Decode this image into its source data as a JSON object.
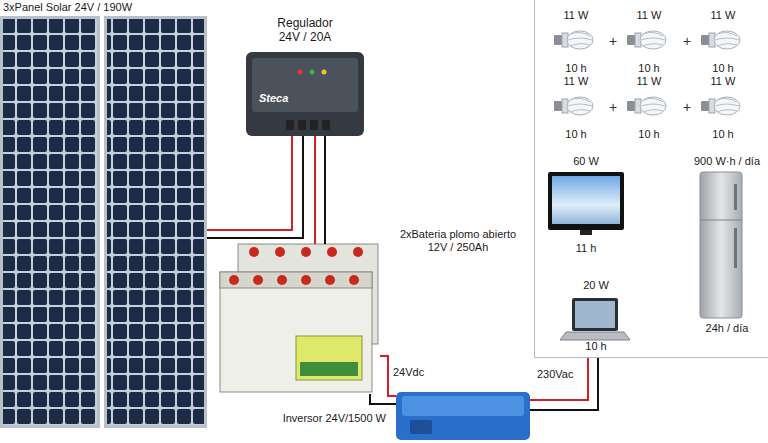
{
  "diagram": {
    "nodes": [
      {
        "text": [
          "3xPanel Solar 24V / 190W"
        ]
      },
      {
        "text": [
          "Regulador 24V / 20A"
        ]
      },
      {
        "text": [
          "+",
          "+",
          "+",
          "+"
        ]
      },
      {
        "text": [
          "11 W",
          "10 h"
        ],
        "in": 2
      },
      {
        "text": [
          "11 W",
          "10 h"
        ],
        "in": 2
      },
      {
        "text": [
          "11 W",
          "10 h"
        ],
        "in": 2
      },
      {
        "text": [
          "11 W",
          "10 h"
        ],
        "in": 2
      },
      {
        "text": [
          "11 W",
          "10 h"
        ],
        "in": 2
      },
      {
        "text": [
          "11 W",
          "10 h"
        ],
        "in": 2
      },
      {
        "text": [
          "60 W",
          "11 h"
        ],
        "in": 2
      },
      {
        "text": [
          "900 W·h / día",
          "24h / día"
        ],
        "in": 2
      },
      {
        "text": [
          "20 W",
          "10 h"
        ],
        "in": 2
      },
      {
        "text": [
          "2xBateria plomo abierto 12V / 250Ah"
        ]
      },
      {
        "text": [
          "Inversor 24V/1500 W"
        ]
      }
    ],
    "edges": [
      {
        "from": 0,
        "to": 1,
        "arrow": "none"
      },
      {
        "from": 1,
        "to": 12,
        "arrow": "none"
      },
      {
        "from": 12,
        "to": 13,
        "arrow": "none",
        "label": "24Vdc"
      },
      {
        "from": 13,
        "to": 2,
        "arrow": "none",
        "label": "230Vac"
      }
    ],
    "labels": [
      "Steca"
    ]
  }
}
